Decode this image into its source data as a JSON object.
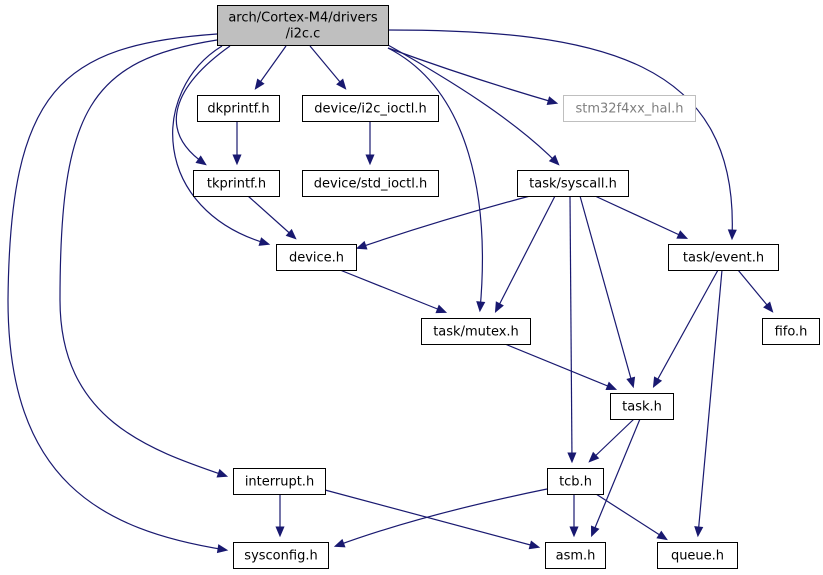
{
  "colors": {
    "edge": "#191970",
    "node_border": "#000000",
    "root_fill": "#bfbfbf",
    "node_fill": "#ffffff",
    "missing_border": "#bfbfbf",
    "missing_text": "#7f7f7f"
  },
  "nodes": [
    {
      "id": "root",
      "lines": [
        "arch/Cortex-M4/drivers",
        "/i2c.c"
      ],
      "style": "root"
    },
    {
      "id": "dkprintf",
      "lines": [
        "dkprintf.h"
      ],
      "style": "normal"
    },
    {
      "id": "i2c_ioctl",
      "lines": [
        "device/i2c_ioctl.h"
      ],
      "style": "normal"
    },
    {
      "id": "stm32",
      "lines": [
        "stm32f4xx_hal.h"
      ],
      "style": "missing"
    },
    {
      "id": "tkprintf",
      "lines": [
        "tkprintf.h"
      ],
      "style": "normal"
    },
    {
      "id": "std_ioctl",
      "lines": [
        "device/std_ioctl.h"
      ],
      "style": "normal"
    },
    {
      "id": "syscall",
      "lines": [
        "task/syscall.h"
      ],
      "style": "normal"
    },
    {
      "id": "device",
      "lines": [
        "device.h"
      ],
      "style": "normal"
    },
    {
      "id": "event",
      "lines": [
        "task/event.h"
      ],
      "style": "normal"
    },
    {
      "id": "mutex",
      "lines": [
        "task/mutex.h"
      ],
      "style": "normal"
    },
    {
      "id": "fifo",
      "lines": [
        "fifo.h"
      ],
      "style": "normal"
    },
    {
      "id": "task",
      "lines": [
        "task.h"
      ],
      "style": "normal"
    },
    {
      "id": "interrupt",
      "lines": [
        "interrupt.h"
      ],
      "style": "normal"
    },
    {
      "id": "tcb",
      "lines": [
        "tcb.h"
      ],
      "style": "normal"
    },
    {
      "id": "sysconfig",
      "lines": [
        "sysconfig.h"
      ],
      "style": "normal"
    },
    {
      "id": "asm",
      "lines": [
        "asm.h"
      ],
      "style": "normal"
    },
    {
      "id": "queue",
      "lines": [
        "queue.h"
      ],
      "style": "normal"
    }
  ],
  "edges": [
    {
      "from": "root",
      "to": "dkprintf"
    },
    {
      "from": "root",
      "to": "i2c_ioctl"
    },
    {
      "from": "root",
      "to": "stm32"
    },
    {
      "from": "root",
      "to": "tkprintf"
    },
    {
      "from": "root",
      "to": "syscall"
    },
    {
      "from": "root",
      "to": "device"
    },
    {
      "from": "root",
      "to": "event"
    },
    {
      "from": "root",
      "to": "mutex"
    },
    {
      "from": "root",
      "to": "interrupt"
    },
    {
      "from": "root",
      "to": "sysconfig"
    },
    {
      "from": "dkprintf",
      "to": "tkprintf"
    },
    {
      "from": "i2c_ioctl",
      "to": "std_ioctl"
    },
    {
      "from": "tkprintf",
      "to": "device"
    },
    {
      "from": "syscall",
      "to": "device"
    },
    {
      "from": "syscall",
      "to": "mutex"
    },
    {
      "from": "syscall",
      "to": "event"
    },
    {
      "from": "syscall",
      "to": "task"
    },
    {
      "from": "syscall",
      "to": "tcb"
    },
    {
      "from": "device",
      "to": "mutex"
    },
    {
      "from": "event",
      "to": "fifo"
    },
    {
      "from": "event",
      "to": "task"
    },
    {
      "from": "event",
      "to": "queue"
    },
    {
      "from": "mutex",
      "to": "task"
    },
    {
      "from": "task",
      "to": "tcb"
    },
    {
      "from": "task",
      "to": "asm"
    },
    {
      "from": "interrupt",
      "to": "sysconfig"
    },
    {
      "from": "interrupt",
      "to": "asm"
    },
    {
      "from": "tcb",
      "to": "sysconfig"
    },
    {
      "from": "tcb",
      "to": "asm"
    },
    {
      "from": "tcb",
      "to": "queue"
    }
  ]
}
